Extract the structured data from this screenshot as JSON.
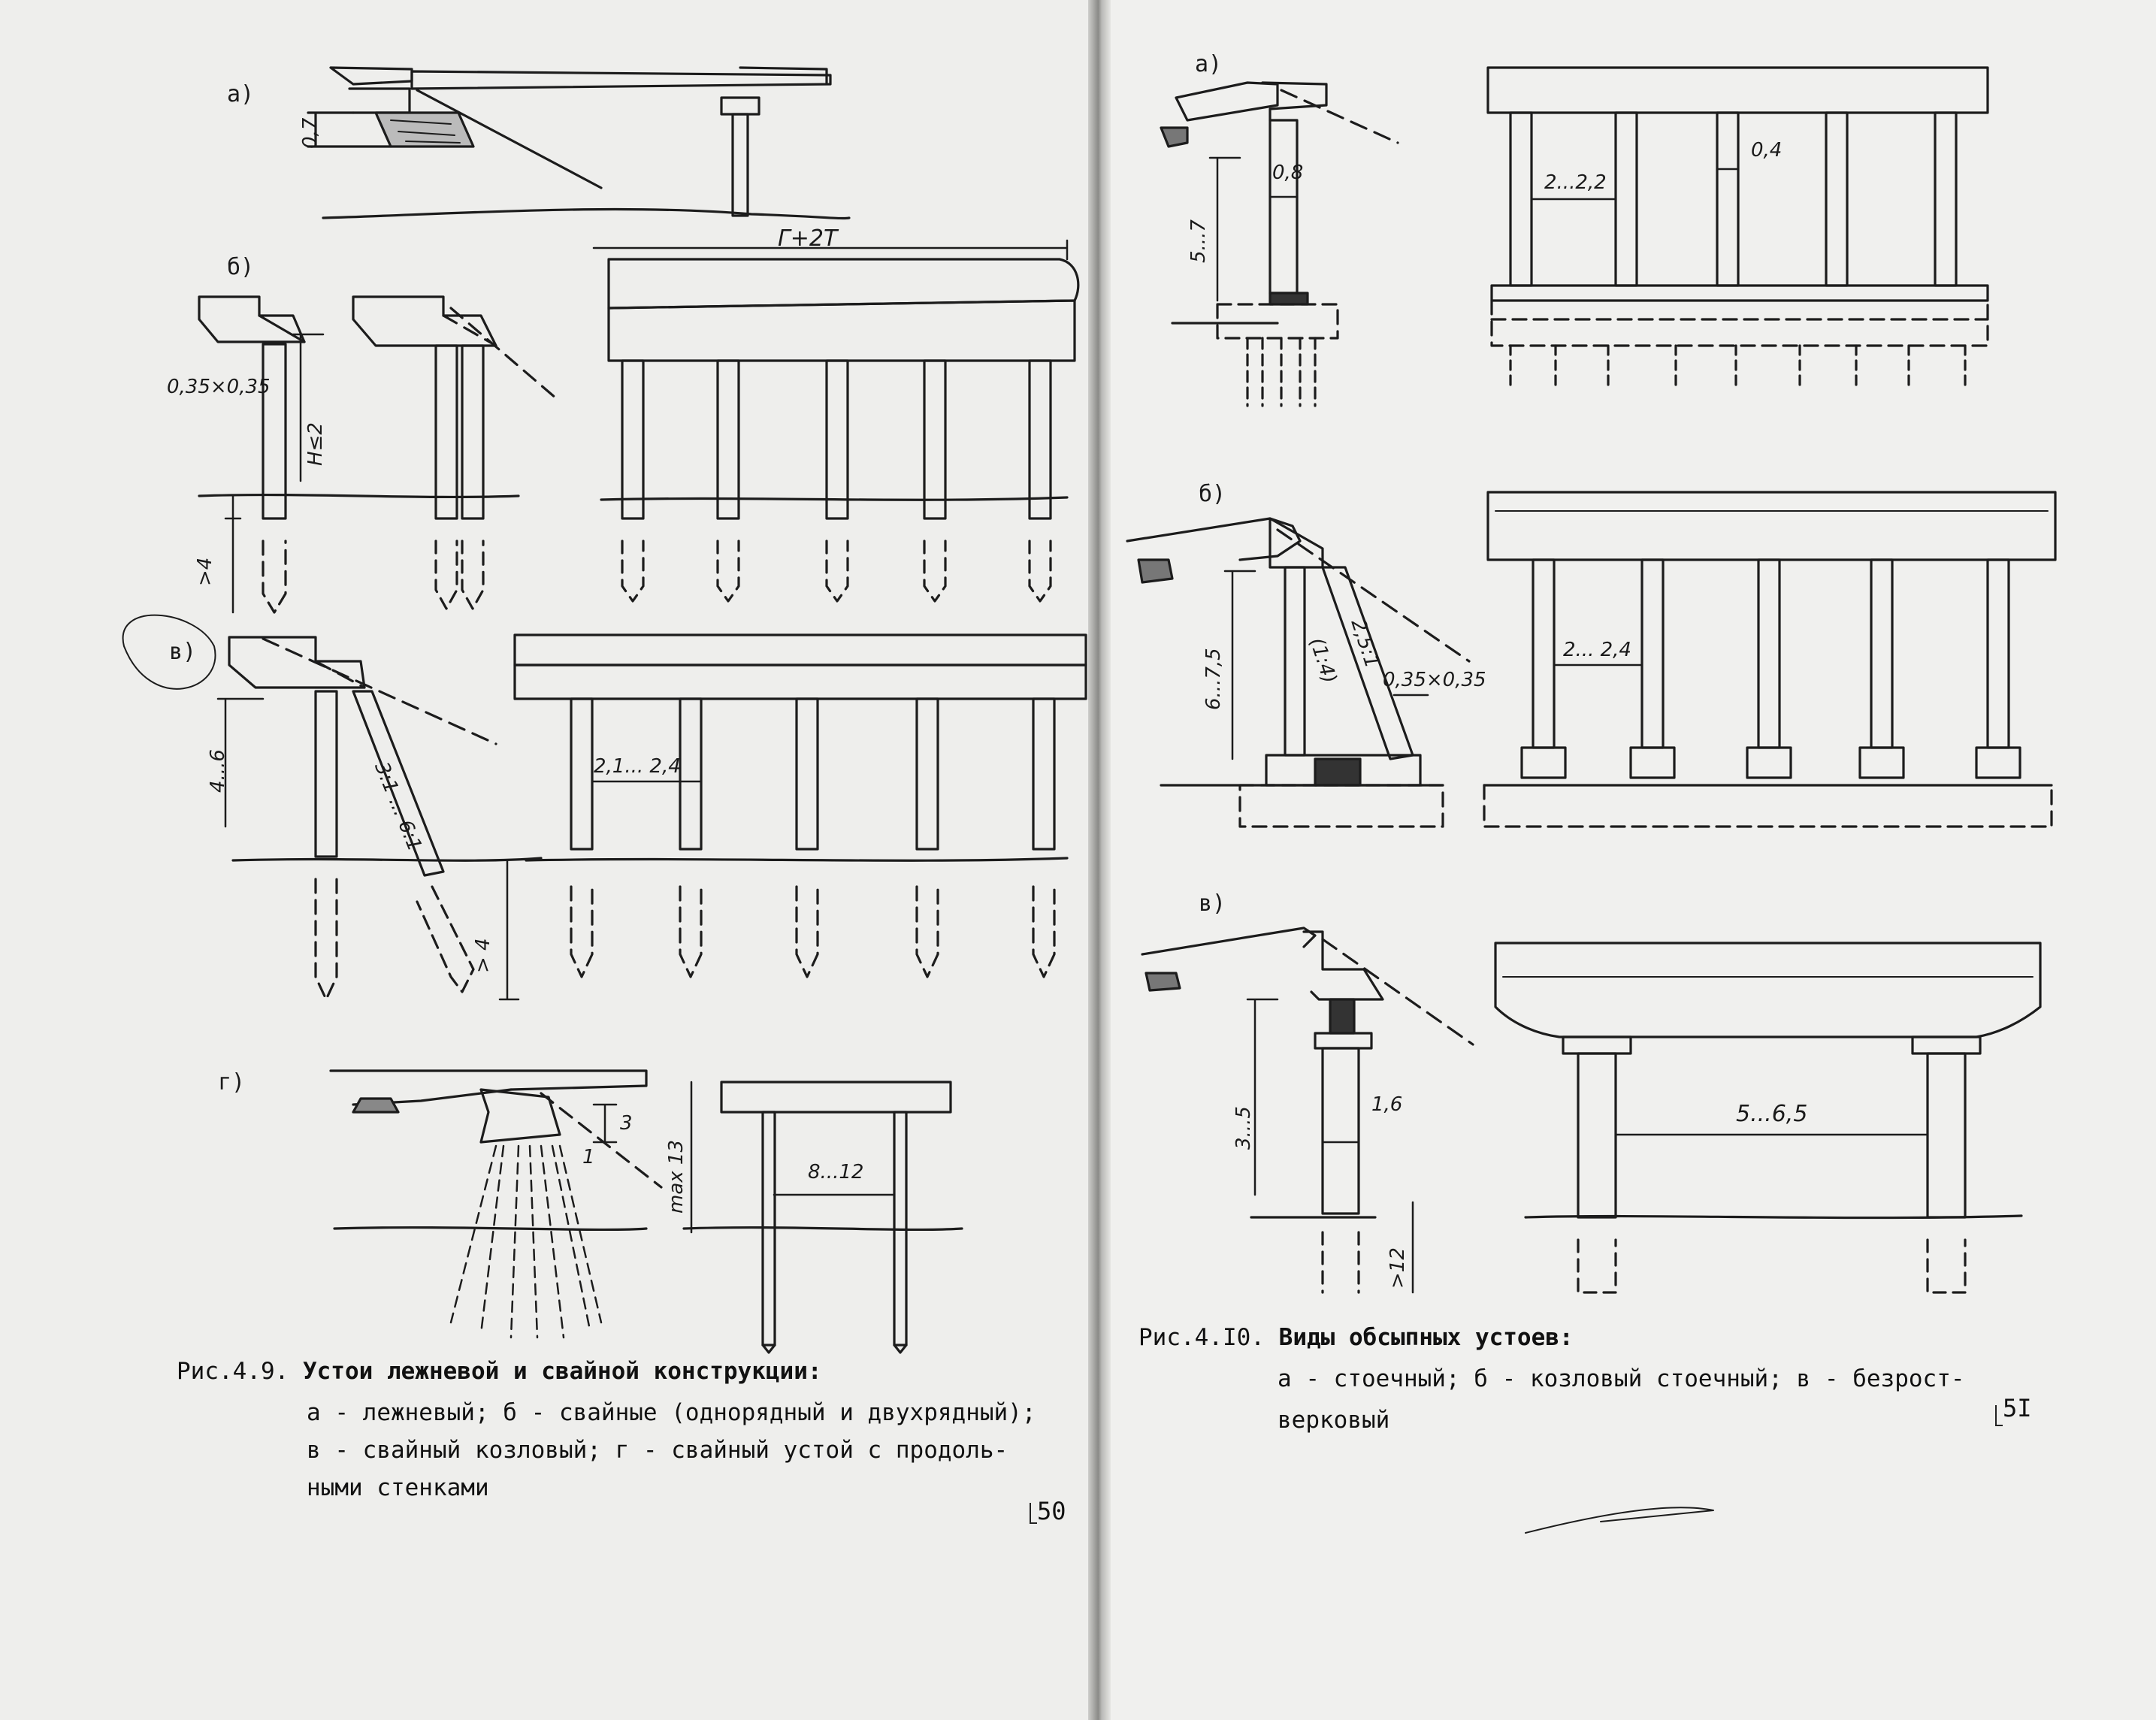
{
  "left_page": {
    "panels": {
      "a": "а)",
      "b": "б)",
      "v": "в)",
      "g": "г)"
    },
    "dimensions": {
      "a_height": "0,7",
      "b_section": "0,35×0,35",
      "b_height": "H≤2",
      "b_depth": ">4",
      "b_width": "Г+2Т",
      "v_height": "4...6",
      "v_slope": "3:1 ... 6:1",
      "v_spacing": "2,1... 2,4",
      "v_depth": "> 4",
      "g_height": "3",
      "g_slope": "1",
      "g_max": "max 13",
      "g_spacing": "8...12"
    },
    "caption": {
      "label": "Рис.4.9.",
      "title": "Устои лежневой и свайной конструкции:",
      "line2": "а - лежневый; б - свайные (однорядный и двухрядный);",
      "line3": "в - свайный козловый; г - свайный устой с продоль-",
      "line4": "ными стенками"
    },
    "page_number": "50"
  },
  "right_page": {
    "panels": {
      "a": "а)",
      "b": "б)",
      "v": "в)"
    },
    "dimensions": {
      "a_height": "5...7",
      "a_width": "0,8",
      "a_spacing": "2...2,2",
      "a_post": "0,4",
      "b_height": "6...7,5",
      "b_slope": "2,5:1",
      "b_slope2": "(1:4)",
      "b_section": "0,35×0,35",
      "b_spacing": "2... 2,4",
      "v_height": "3...5",
      "v_dia": "1,6",
      "v_depth": ">12",
      "v_spacing": "5...6,5"
    },
    "caption": {
      "label": "Рис.4.I0.",
      "title": "Виды обсыпных устоев:",
      "line2": "а - стоечный; б - козловый стоечный; в - безрост-",
      "line3": "верковый"
    },
    "page_number": "5I"
  }
}
